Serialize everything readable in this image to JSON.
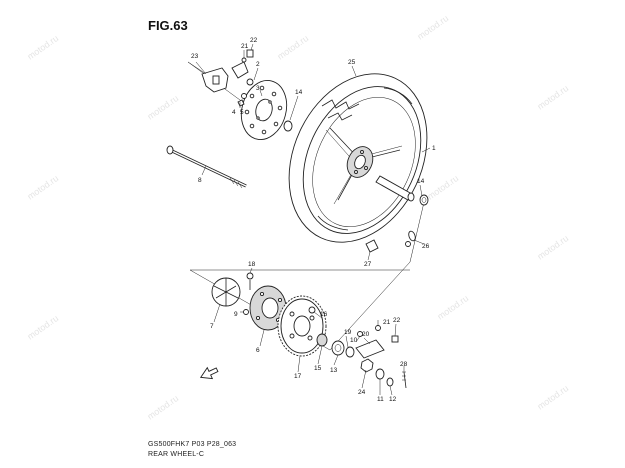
{
  "figure": {
    "title": "FIG.63",
    "code": "GS500FHK7 P03 P28_063",
    "label": "REAR WHEEL-C"
  },
  "watermark": "motod.ru",
  "callouts": [
    "1",
    "2",
    "3",
    "4",
    "5",
    "6",
    "7",
    "8",
    "9",
    "10",
    "11",
    "12",
    "13",
    "14",
    "14",
    "15",
    "16",
    "17",
    "18",
    "19",
    "20",
    "21",
    "21",
    "22",
    "22",
    "23",
    "24",
    "25",
    "26",
    "27",
    "28"
  ]
}
